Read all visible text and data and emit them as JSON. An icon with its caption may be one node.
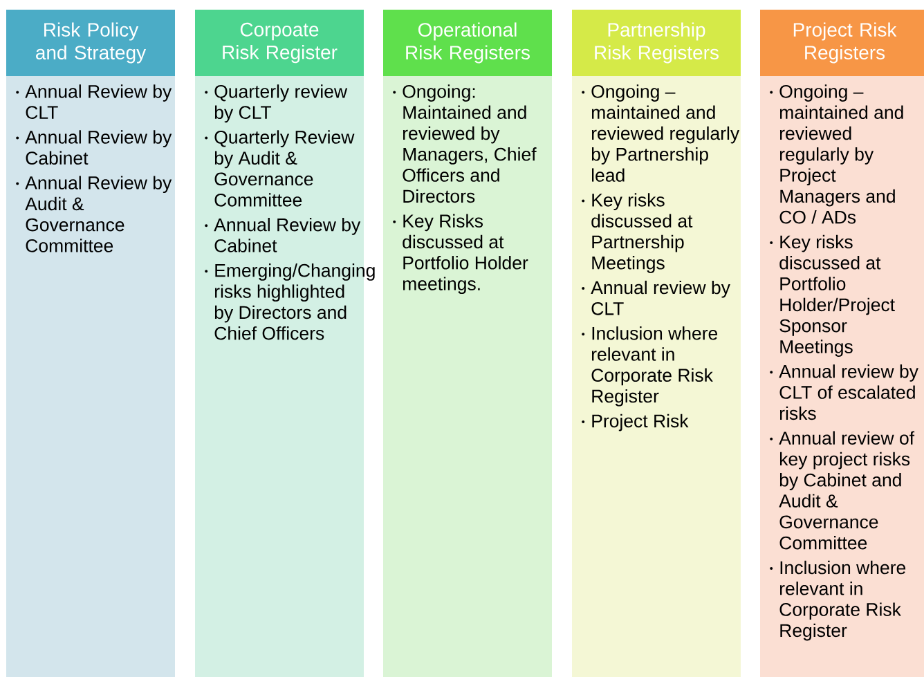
{
  "diagram": {
    "nodes": [
      {
        "text": [
          "Risk  Policy and Strategy",
          "Annual Review by CLT",
          "Annual Review by Cabinet",
          "Annual Review by Audit & Governance Committee"
        ]
      },
      {
        "text": [
          "Corpoate Risk Register",
          "Quarterly review by CLT",
          "Quarterly Review by Audit & Governance Committee",
          "Annual Review by Cabinet",
          "Emerging/Changing risks highlighted by Directors and Chief Officers"
        ]
      },
      {
        "text": [
          "Operational Risk Registers",
          "Ongoing: Maintained and reviewed by Managers, Chief Officers and Directors",
          "Key Risks discussed at Portfolio Holder meetings."
        ]
      },
      {
        "text": [
          "Partnership Risk Registers",
          "Ongoing – maintained and reviewed regularly by Partnership lead",
          "Key risks discussed at Partnership Meetings",
          "Annual review by CLT",
          "Inclusion where relevant in Corporate Risk Register",
          "Project Risk"
        ]
      },
      {
        "text": [
          "Project Risk Registers",
          "Ongoing – maintained and reviewed regularly by Project Managers and CO / ADs",
          "Key risks discussed at Portfolio Holder/Project Sponsor Meetings",
          "Annual review by CLT of escalated risks",
          "Annual review of key project risks by Cabinet and Audit & Governance Committee",
          "Inclusion where relevant in Corporate Risk Register"
        ]
      }
    ]
  }
}
